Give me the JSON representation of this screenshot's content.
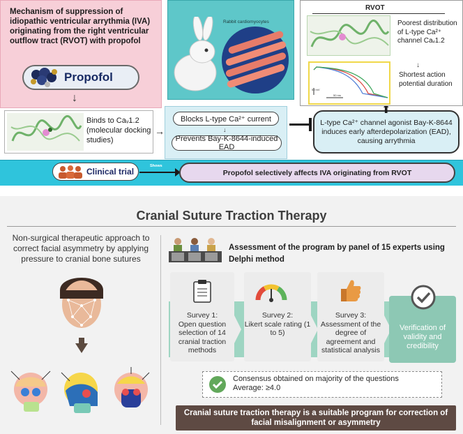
{
  "top": {
    "title": "Mechanism of suppression of idiopathic ventricular arrythmia (IVA) originating from the right ventricular outflow tract (RVOT) with propofol",
    "propofol_label": "Propofol",
    "binds_text": "Binds to Caᵥ1.2 (molecular docking studies)",
    "rabbit_caption": "Rabbit cardiomyocytes",
    "rvot_label": "RVOT",
    "poorest_text": "Poorest distribution of L-type Ca²⁺ channel Caᵥ1.2",
    "shortest_text": "Shortest action potential duration",
    "scale_mv": "50 mV",
    "scale_ms": "50 ms",
    "blocks_label": "Blocks L-type Ca²⁺ current",
    "prevents_label": "Prevents Bay-K-8644-induced EAD",
    "ltype_text": "L-type Ca²⁺ channel agonist Bay-K-8644 induces early afterdepolarization (EAD), causing arrythmia",
    "clinical_label": "Clinical trial",
    "shows_label": "Shows",
    "result_label": "Propofol selectively affects IVA originating from RVOT"
  },
  "bottom": {
    "title": "Cranial Suture Traction Therapy",
    "left_description": "Non-surgical therapeutic approach to correct facial asymmetry by applying pressure to cranial bone sutures",
    "assessment": "Assessment of the program by panel of 15 experts using Delphi method",
    "surveys": [
      {
        "title": "Survey 1:",
        "text": "Open question selection of 14 cranial traction methods"
      },
      {
        "title": "Survey 2:",
        "text": "Likert scale rating (1 to 5)"
      },
      {
        "title": "Survey 3:",
        "text": "Assessment of the degree of agreement and statistical analysis"
      }
    ],
    "verification": "Verification of validity and credibility",
    "consensus_line1": "Consensus obtained on majority of the questions",
    "consensus_line2": "Average: ≥4.0",
    "conclusion": "Cranial suture traction therapy is a suitable program for correction of facial misalignment or asymmetry"
  },
  "colors": {
    "pink_panel": "#f7cfd8",
    "rabbit_teal": "#5ec7c9",
    "clinical_cyan": "#2fc4dc",
    "result_lilac": "#e7d8ee",
    "flow_green": "#9ed5c2",
    "conclusion_brown": "#5e4a43"
  },
  "icons": [
    "molecule-icon",
    "rabbit-icon",
    "cardiomyocyte-icon",
    "docking-structure-icon",
    "action-potential-trace-icon",
    "clinical-team-icon",
    "expert-panel-icon",
    "face-scan-icon",
    "skull-icon",
    "clipboard-icon",
    "gauge-icon",
    "thumbs-up-icon",
    "check-badge-icon",
    "check-circle-icon"
  ]
}
